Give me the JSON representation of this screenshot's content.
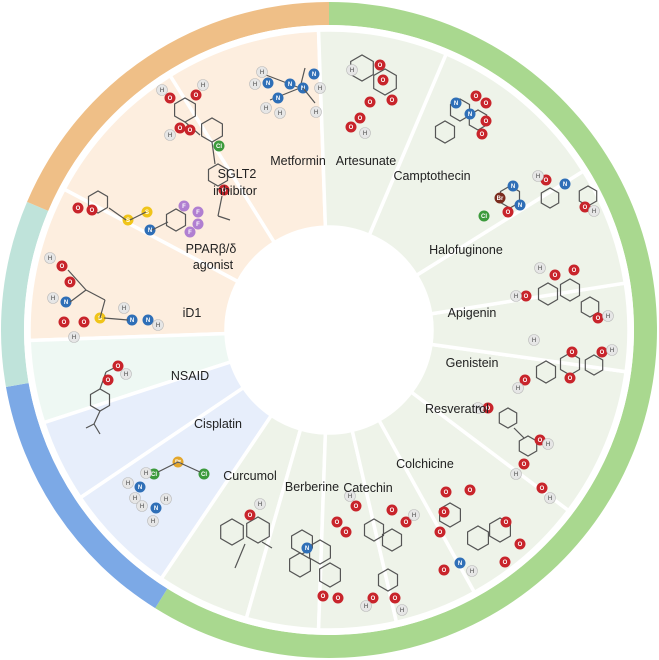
{
  "groups": [
    {
      "id": "orange",
      "color": "#efbf87",
      "fill": "#fdeedf"
    },
    {
      "id": "green",
      "color": "#a9d88f",
      "fill": "#eef3e9"
    },
    {
      "id": "blue",
      "color": "#7ca9e6",
      "fill": "#e7eefb"
    },
    {
      "id": "teal",
      "color": "#bfe3da",
      "fill": "#eef8f3"
    }
  ],
  "segments": [
    {
      "name": "metformin",
      "label": "Metformin",
      "group": "orange"
    },
    {
      "name": "sglt2",
      "label": "SGLT2 inhibitor",
      "group": "orange"
    },
    {
      "name": "ppar",
      "label": "PPARβ/δ agonist",
      "group": "orange"
    },
    {
      "name": "id1",
      "label": "iD1",
      "group": "teal"
    },
    {
      "name": "nsaid",
      "label": "NSAID",
      "group": "blue"
    },
    {
      "name": "cisplatin",
      "label": "Cisplatin",
      "group": "blue"
    },
    {
      "name": "curcumol",
      "label": "Curcumol",
      "group": "green"
    },
    {
      "name": "berberine",
      "label": "Berberine",
      "group": "green"
    },
    {
      "name": "catechin",
      "label": "Catechin",
      "group": "green"
    },
    {
      "name": "colchicine",
      "label": "Colchicine",
      "group": "green"
    },
    {
      "name": "resveratrol",
      "label": "Resveratrol",
      "group": "green"
    },
    {
      "name": "genistein",
      "label": "Genistein",
      "group": "green"
    },
    {
      "name": "apigenin",
      "label": "Apigenin",
      "group": "green"
    },
    {
      "name": "halofuginone",
      "label": "Halofuginone",
      "group": "green"
    },
    {
      "name": "camptothecin",
      "label": "Camptothecin",
      "group": "green"
    },
    {
      "name": "artesunate",
      "label": "Artesunate",
      "group": "green"
    }
  ],
  "atoms": {
    "O": {
      "color": "#c8242b",
      "text": "O"
    },
    "N": {
      "color": "#2f6fb7",
      "text": "N"
    },
    "S": {
      "color": "#f0c419",
      "text": "S"
    },
    "F": {
      "color": "#b07fd1",
      "text": "F"
    },
    "Cl": {
      "color": "#3c9a3c",
      "text": "Cl"
    },
    "Br": {
      "color": "#7a2b1e",
      "text": "Br"
    },
    "Pt": {
      "color": "#e3a62b",
      "text": "Pt"
    },
    "H": {
      "color": "#e6e6e6",
      "text": "H"
    }
  }
}
